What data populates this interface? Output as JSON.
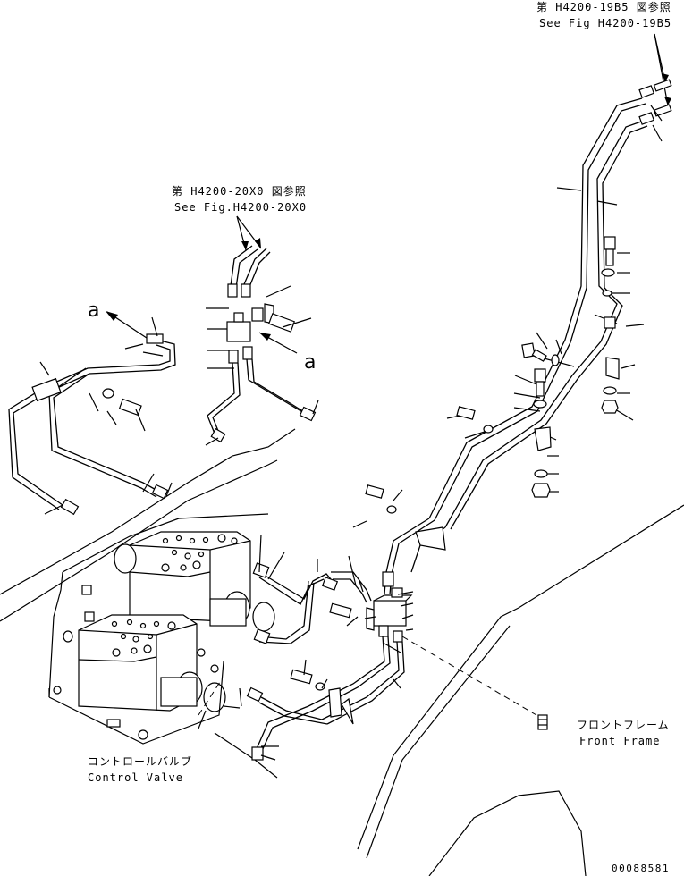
{
  "references": {
    "top_right": {
      "jp": "第 H4200-19B5 図参照",
      "en": "See Fig H4200-19B5"
    },
    "center": {
      "jp": "第 H4200-20X0 図参照",
      "en": "See Fig.H4200-20X0"
    }
  },
  "markers": {
    "a_left": "a",
    "a_right": "a"
  },
  "parts": {
    "control_valve": {
      "jp": "コントロールバルブ",
      "en": "Control Valve"
    },
    "front_frame": {
      "jp": "フロントフレーム",
      "en": "Front Frame"
    }
  },
  "drawing_number": "00088581"
}
